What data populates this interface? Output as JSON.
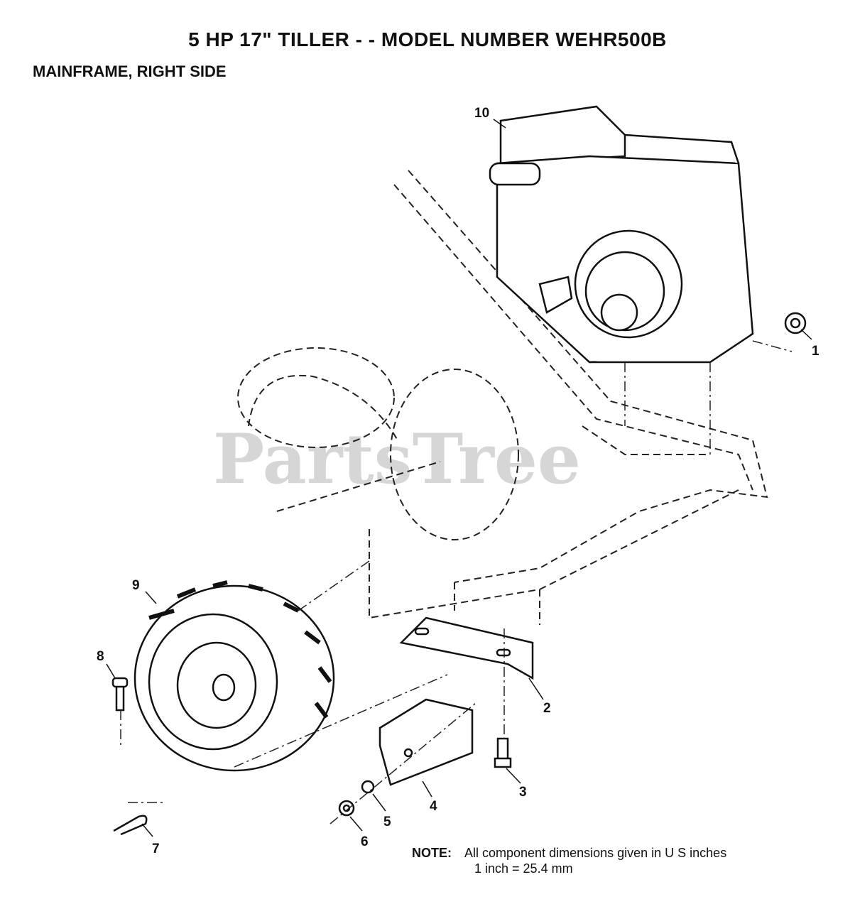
{
  "header": {
    "title": "5 HP 17\" TILLER - - MODEL NUMBER WEHR500B",
    "subtitle": "MAINFRAME, RIGHT SIDE"
  },
  "watermark": "PartsTree",
  "callouts": [
    {
      "id": "1",
      "label": "1"
    },
    {
      "id": "2",
      "label": "2"
    },
    {
      "id": "3",
      "label": "3"
    },
    {
      "id": "4",
      "label": "4"
    },
    {
      "id": "5",
      "label": "5"
    },
    {
      "id": "6",
      "label": "6"
    },
    {
      "id": "7",
      "label": "7"
    },
    {
      "id": "8",
      "label": "8"
    },
    {
      "id": "9",
      "label": "9"
    },
    {
      "id": "10",
      "label": "10"
    }
  ],
  "note": {
    "label": "NOTE:",
    "line1": "All component dimensions given in U S inches",
    "line2": "1 inch = 25.4 mm"
  }
}
